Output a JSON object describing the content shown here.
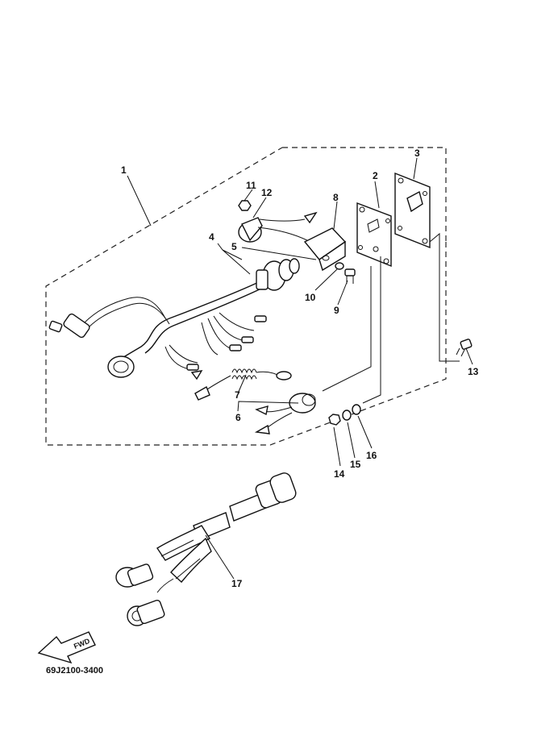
{
  "diagram": {
    "part_code": "69J2100-3400",
    "fwd_label": "FWD",
    "callouts": {
      "c1": "1",
      "c2": "2",
      "c3": "3",
      "c4": "4",
      "c5": "5",
      "c6": "6",
      "c7": "7",
      "c8": "8",
      "c9": "9",
      "c10": "10",
      "c11": "11",
      "c12": "12",
      "c13": "13",
      "c14": "14",
      "c15": "15",
      "c16": "16",
      "c17": "17"
    }
  }
}
